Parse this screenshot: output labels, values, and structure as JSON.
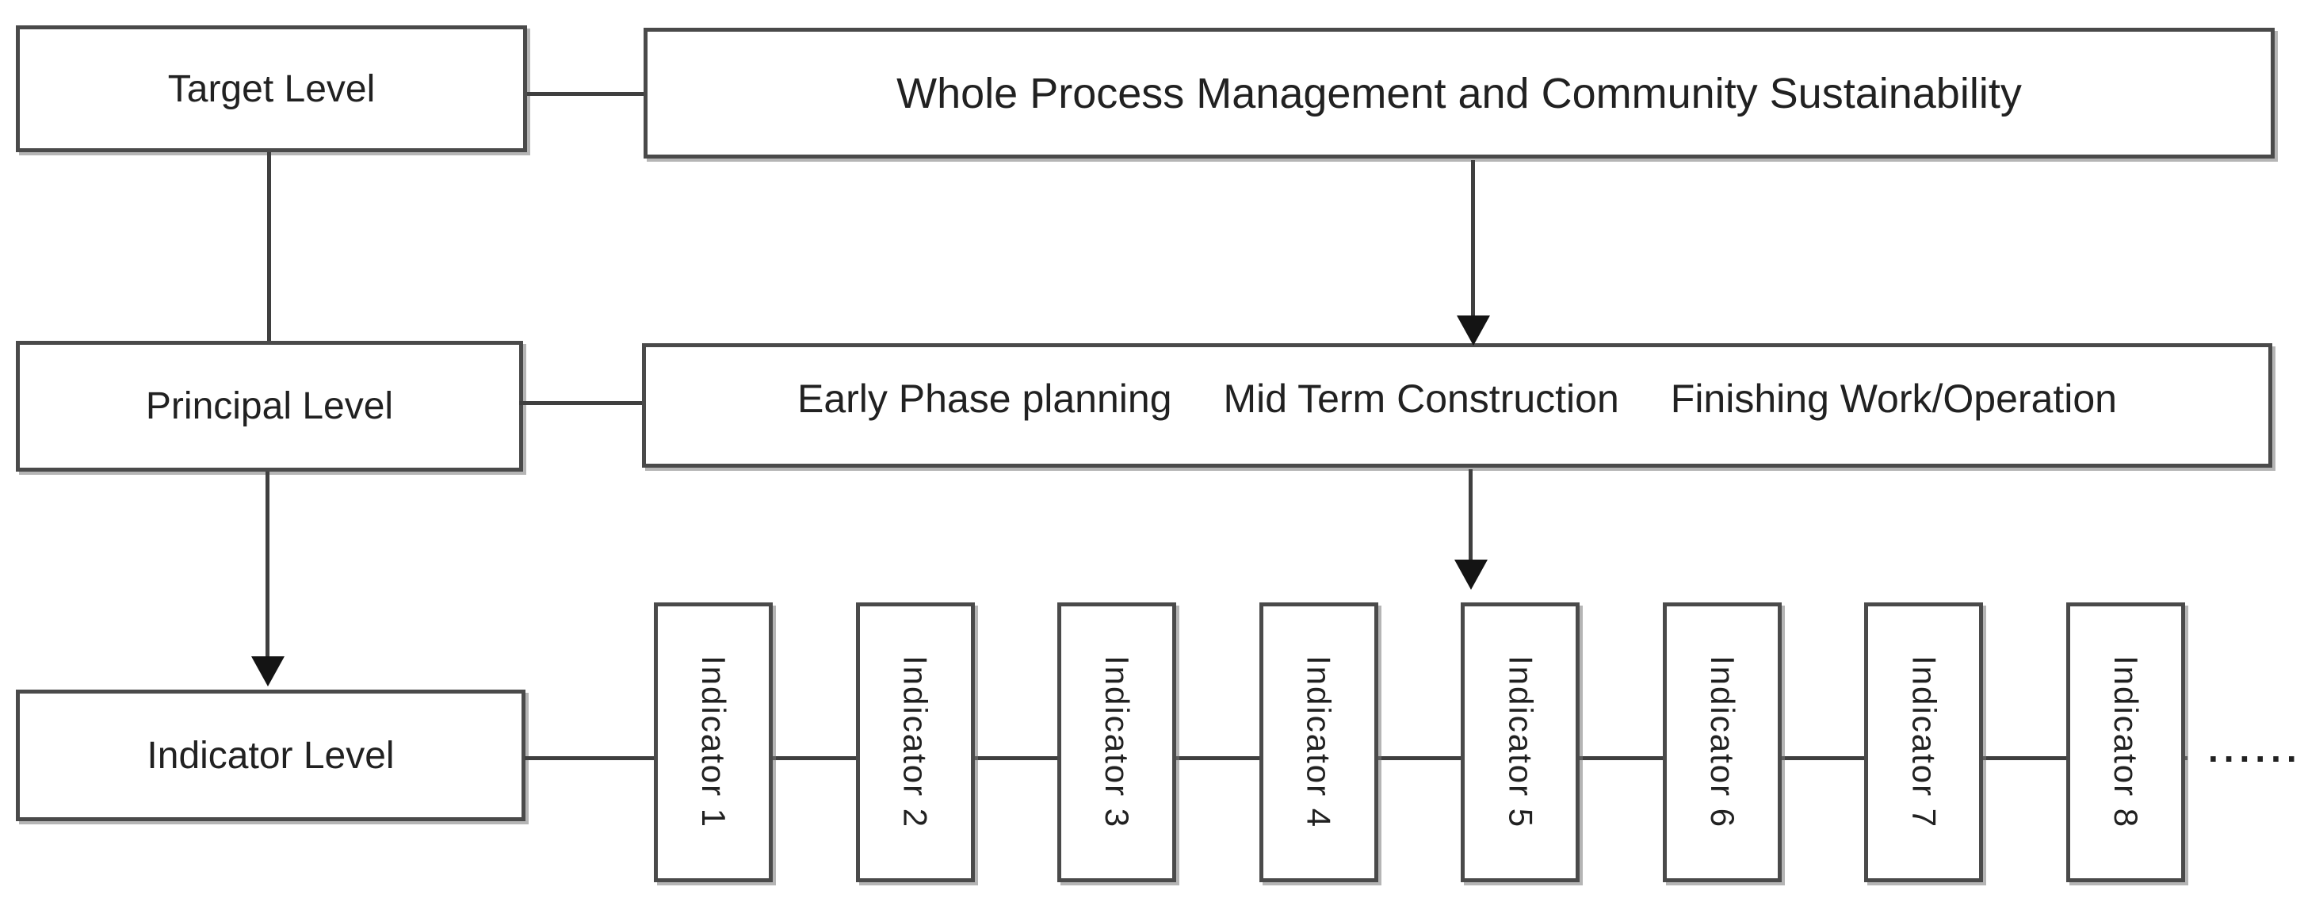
{
  "diagram": {
    "levels": {
      "target": "Target Level",
      "principal": "Principal Level",
      "indicator": "Indicator Level"
    },
    "target_content": "Whole Process Management and Community Sustainability",
    "phases": [
      "Early Phase planning",
      "Mid Term Construction",
      "Finishing Work/Operation"
    ],
    "indicators": [
      "Indicator 1",
      "Indicator 2",
      "Indicator 3",
      "Indicator 4",
      "Indicator 5",
      "Indicator 6",
      "Indicator 7",
      "Indicator 8"
    ],
    "ellipsis": "......",
    "colors": {
      "border": "#4a4a4a",
      "line": "#3f3f3f",
      "arrow": "#141414",
      "text": "#212121",
      "background": "#ffffff",
      "shadow": "rgba(120,120,120,0.55)"
    }
  }
}
